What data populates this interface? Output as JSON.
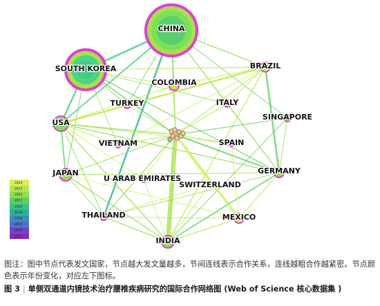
{
  "colors": {
    "node_fill": "#7be05a",
    "node_ring": "#e040d0",
    "hub_fill": "#c8ef50"
  },
  "legend": {
    "years": [
      "2024",
      "2023",
      "2022",
      "2021",
      "2020",
      "2019",
      "2018",
      "2017",
      "2016",
      "2015"
    ],
    "colors": [
      "#d8ee55",
      "#b8e650",
      "#8fdc4d",
      "#5ed060",
      "#3fc27e",
      "#31ad98",
      "#3a8fb8",
      "#4f6dc8",
      "#6a48c6",
      "#8a2ab6"
    ]
  },
  "nodes": [
    {
      "id": "china",
      "label": "CHINA",
      "fill": "#7be05a"
    },
    {
      "id": "south_korea",
      "label": "SOUTH KOREA",
      "fill": "#4bd38a"
    },
    {
      "id": "brazil",
      "label": "BRAZIL",
      "fill": "#c8ef50"
    },
    {
      "id": "colombia",
      "label": "COLOMBIA",
      "fill": "#b8e650"
    },
    {
      "id": "turkey",
      "label": "TURKEY",
      "fill": "#8fdc4d"
    },
    {
      "id": "italy",
      "label": "ITALY",
      "fill": "#b8e650"
    },
    {
      "id": "usa",
      "label": "USA",
      "fill": "#7be05a"
    },
    {
      "id": "singapore",
      "label": "SINGAPORE",
      "fill": "#5ed060"
    },
    {
      "id": "vietnam",
      "label": "VIETNAM",
      "fill": "#b8e650"
    },
    {
      "id": "spain",
      "label": "SPAIN",
      "fill": "#b8e650"
    },
    {
      "id": "germany",
      "label": "GERMANY",
      "fill": "#8fdc4d"
    },
    {
      "id": "japan",
      "label": "JAPAN",
      "fill": "#8fdc4d"
    },
    {
      "id": "uae",
      "label": "U ARAB EMIRATES",
      "fill": "#c8ef50"
    },
    {
      "id": "switzerland",
      "label": "SWITZERLAND",
      "fill": "#b8e650"
    },
    {
      "id": "thailand",
      "label": "THAILAND",
      "fill": "#8fdc4d"
    },
    {
      "id": "mexico",
      "label": "MEXICO",
      "fill": "#c8ef50"
    },
    {
      "id": "india",
      "label": "INDIA",
      "fill": "#8fdc4d"
    }
  ],
  "caption": {
    "note": "图注：图中节点代表发文国家，节点越大发文量越多，节间连线表示合作关系，连线越粗合作越紧密。节点颜色表示年份变化，对应左下图标。",
    "figure_number": "图 3",
    "figure_title": "单侧双通道内镜技术治疗腰椎疾病研究的国际合作网络图 (Web of Science 核心数据集 )"
  }
}
